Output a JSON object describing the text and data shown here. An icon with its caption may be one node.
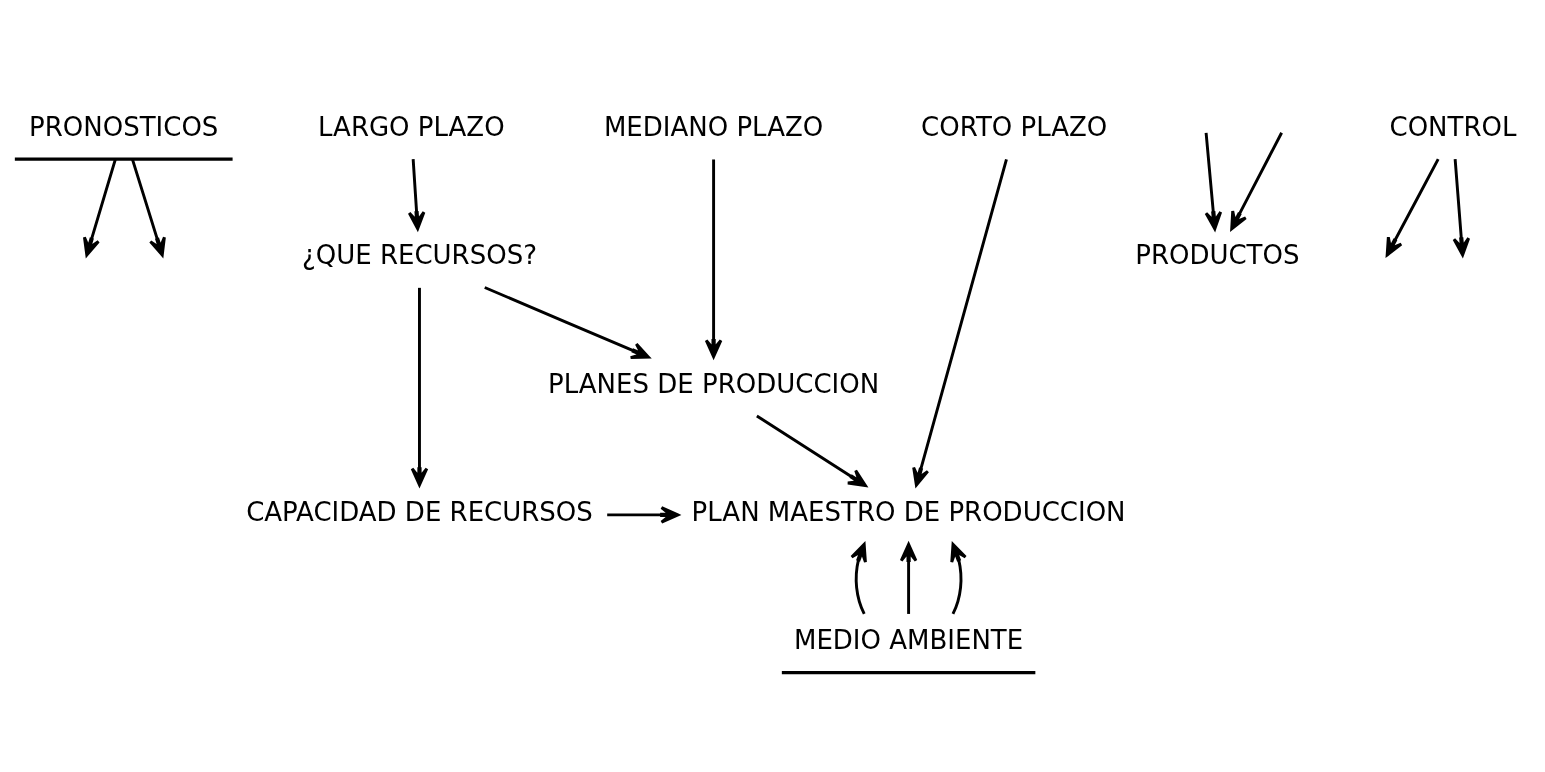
{
  "diagram": {
    "nodes": [
      {
        "text": [
          "PRONOSTICOS"
        ]
      },
      {
        "text": [
          "CORTO PLAZO"
        ]
      },
      {
        "text": [
          "MEDIANO PLAZO"
        ]
      },
      {
        "text": [
          "LARGO PLAZO"
        ]
      },
      {
        "text": [
          "PRODUCTOS"
        ]
      },
      {
        "text": [
          "CONTROL"
        ]
      },
      {
        "text": [
          "¿QUE RECURSOS?"
        ]
      },
      {
        "text": [
          "PLANES DE PRODUCCION"
        ]
      },
      {
        "text": [
          "PLAN MAESTRO DE PRODUCCION"
        ]
      },
      {
        "text": [
          "CAPACIDAD DE RECURSOS"
        ]
      },
      {
        "text": [
          "MEDIO AMBIENTE"
        ]
      }
    ],
    "edges": [
      {
        "from": 0,
        "to": null,
        "arrow": "to"
      },
      {
        "from": 0,
        "to": null,
        "arrow": "to"
      },
      {
        "from": 1,
        "to": 8,
        "arrow": "to"
      },
      {
        "from": 2,
        "to": 7,
        "arrow": "to"
      },
      {
        "from": 3,
        "to": 6,
        "arrow": "to"
      },
      {
        "from": 6,
        "to": 9,
        "arrow": "to"
      },
      {
        "from": 6,
        "to": 7,
        "arrow": "to"
      },
      {
        "from": 7,
        "to": 8,
        "arrow": "to"
      },
      {
        "from": 9,
        "to": 8,
        "arrow": "to"
      },
      {
        "from": 10,
        "to": 8,
        "arrow": "to"
      },
      {
        "from": 10,
        "to": 8,
        "arrow": "to"
      },
      {
        "from": 10,
        "to": 8,
        "arrow": "to"
      },
      {
        "from": null,
        "to": 4,
        "arrow": "to"
      },
      {
        "from": null,
        "to": 4,
        "arrow": "to"
      },
      {
        "from": 5,
        "to": null,
        "arrow": "to"
      },
      {
        "from": 5,
        "to": null,
        "arrow": "to"
      }
    ]
  }
}
